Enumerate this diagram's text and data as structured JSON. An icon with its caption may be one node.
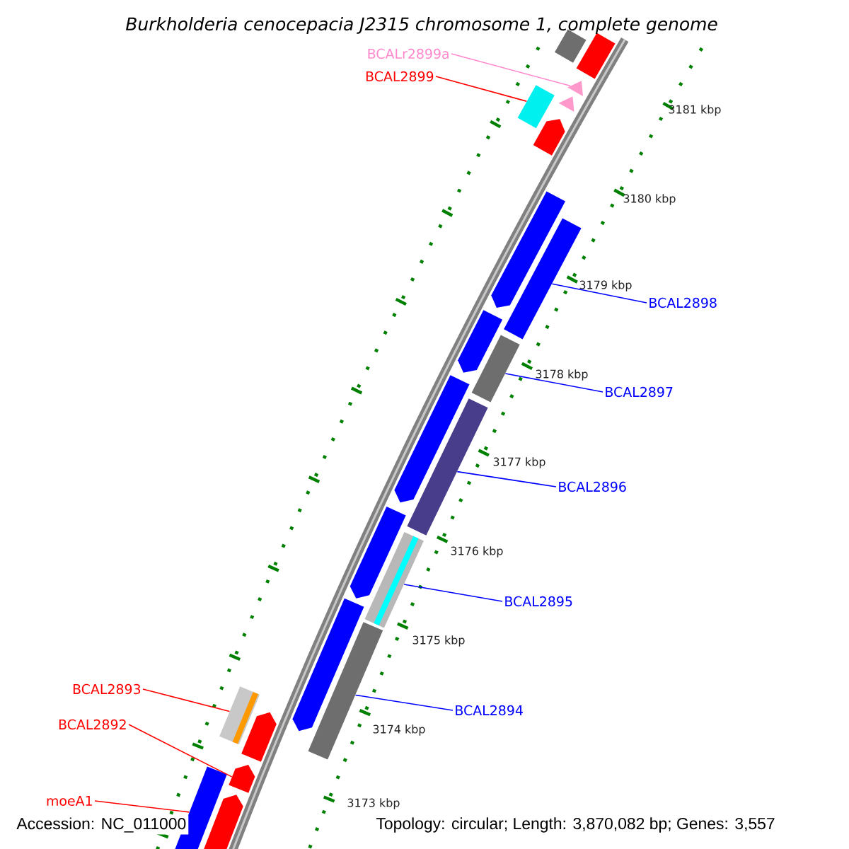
{
  "diagram": {
    "title": "Burkholderia cenocepacia J2315 chromosome 1, complete genome",
    "nodes": [
      {
        "text": [
          "BCALr2899a"
        ]
      },
      {
        "text": [
          "BCAL2899"
        ]
      },
      {
        "text": [
          "BCAL2898"
        ]
      },
      {
        "text": [
          "BCAL2897"
        ]
      },
      {
        "text": [
          "BCAL2896"
        ]
      },
      {
        "text": [
          "BCAL2895"
        ]
      },
      {
        "text": [
          "BCAL2894"
        ]
      },
      {
        "text": [
          "BCAL2893"
        ]
      },
      {
        "text": [
          "BCAL2892"
        ]
      },
      {
        "text": [
          "moeA1"
        ]
      },
      {
        "text": [],
        "shape": "arrow"
      },
      {
        "text": [],
        "shape": "box"
      },
      {
        "text": [],
        "shape": "triangle"
      },
      {
        "text": [],
        "shape": "triangle"
      },
      {
        "text": [],
        "shape": "box"
      },
      {
        "text": [],
        "shape": "arrow"
      },
      {
        "text": [],
        "shape": "arrow"
      },
      {
        "text": [],
        "shape": "box"
      },
      {
        "text": [],
        "shape": "arrow"
      },
      {
        "text": [],
        "shape": "box"
      },
      {
        "text": [],
        "shape": "arrow"
      },
      {
        "text": [],
        "shape": "box"
      },
      {
        "text": [],
        "shape": "arrow"
      },
      {
        "text": [],
        "shape": "box"
      },
      {
        "text": [],
        "shape": "arrow"
      },
      {
        "text": [],
        "shape": "box"
      },
      {
        "text": [],
        "shape": "box"
      },
      {
        "text": [],
        "shape": "arrow"
      },
      {
        "text": [],
        "shape": "arrow"
      },
      {
        "text": [],
        "shape": "box"
      },
      {
        "text": [],
        "shape": "arrow"
      }
    ],
    "edges": [
      {
        "from": 0,
        "to": 12,
        "arrow": "none",
        "color": "#ff88cc"
      },
      {
        "from": 1,
        "to": 14,
        "arrow": "none",
        "color": "#ff0000"
      },
      {
        "from": 2,
        "to": 17,
        "arrow": "none",
        "color": "#0000ff"
      },
      {
        "from": 3,
        "to": 19,
        "arrow": "none",
        "color": "#0000ff"
      },
      {
        "from": 4,
        "to": 21,
        "arrow": "none",
        "color": "#0000ff"
      },
      {
        "from": 5,
        "to": 23,
        "arrow": "none",
        "color": "#0000ff"
      },
      {
        "from": 6,
        "to": 25,
        "arrow": "none",
        "color": "#0000ff"
      },
      {
        "from": 7,
        "to": 26,
        "arrow": "none",
        "color": "#ff0000"
      },
      {
        "from": 8,
        "to": 28,
        "arrow": "none",
        "color": "#ff0000"
      },
      {
        "from": 9,
        "to": 29,
        "arrow": "none",
        "color": "#ff0000"
      }
    ],
    "labels": [
      "3181 kbp",
      "3180 kbp",
      "3179 kbp",
      "3178 kbp",
      "3177 kbp",
      "3176 kbp",
      "3175 kbp",
      "3174 kbp",
      "3173 kbp",
      "Accession: NC_011000",
      "Topology: circular; Length: 3,870,082 bp; Genes: 3,557"
    ]
  }
}
